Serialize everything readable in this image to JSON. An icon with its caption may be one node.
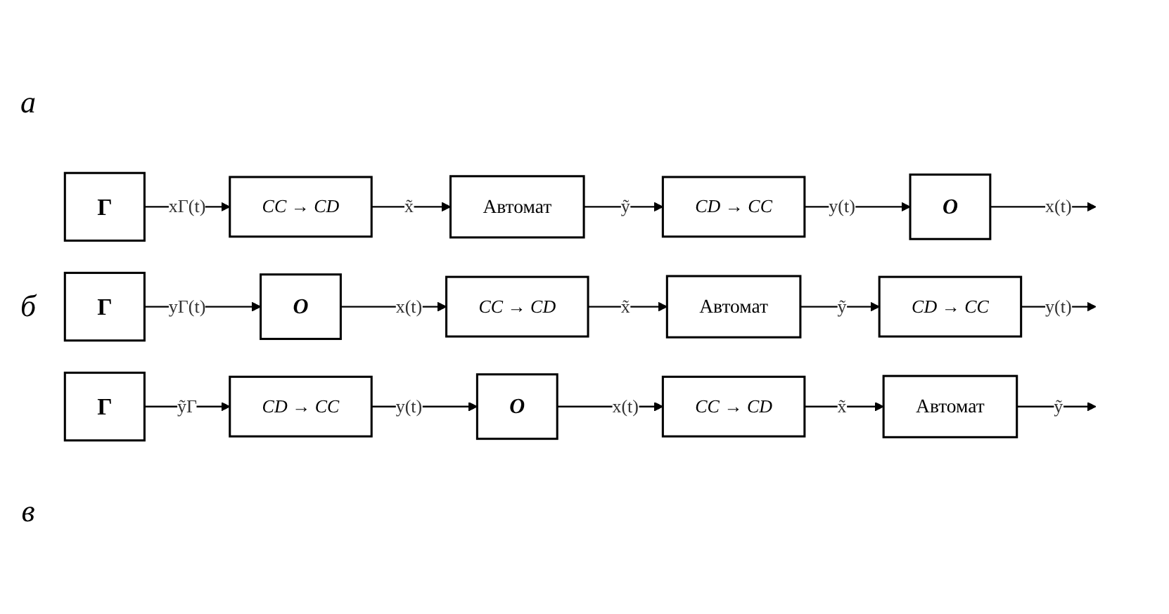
{
  "diagram": {
    "nodes": [
      {
        "text": [
          "Г"
        ]
      },
      {
        "text": [
          "CC → CD"
        ]
      },
      {
        "text": [
          "Автомат"
        ]
      },
      {
        "text": [
          "CD → CC"
        ]
      },
      {
        "text": [
          "O"
        ]
      },
      {
        "text": [
          "Г"
        ]
      },
      {
        "text": [
          "O"
        ]
      },
      {
        "text": [
          "CC → CD"
        ]
      },
      {
        "text": [
          "Автомат"
        ]
      },
      {
        "text": [
          "CD → CC"
        ]
      },
      {
        "text": [
          "Г"
        ]
      },
      {
        "text": [
          "CD → CC"
        ]
      },
      {
        "text": [
          "O"
        ]
      },
      {
        "text": [
          "CC → CD"
        ]
      },
      {
        "text": [
          "Автомат"
        ]
      }
    ],
    "edges": [
      {
        "from": 0,
        "to": 1,
        "arrow": "to",
        "label": "xГ(t)"
      },
      {
        "from": 1,
        "to": 2,
        "arrow": "to",
        "label": "x̃"
      },
      {
        "from": 2,
        "to": 3,
        "arrow": "to",
        "label": "ỹ"
      },
      {
        "from": 3,
        "to": 4,
        "arrow": "to",
        "label": "y(t)"
      },
      {
        "from": 4,
        "to": null,
        "arrow": "to",
        "label": "x(t)"
      },
      {
        "from": 5,
        "to": 6,
        "arrow": "to",
        "label": "yГ(t)"
      },
      {
        "from": 6,
        "to": 7,
        "arrow": "to",
        "label": "x(t)"
      },
      {
        "from": 7,
        "to": 8,
        "arrow": "to",
        "label": "x̃"
      },
      {
        "from": 8,
        "to": 9,
        "arrow": "to",
        "label": "ỹ"
      },
      {
        "from": 9,
        "to": null,
        "arrow": "to",
        "label": "y(t)"
      },
      {
        "from": 10,
        "to": 11,
        "arrow": "to",
        "label": "ỹГ"
      },
      {
        "from": 11,
        "to": 12,
        "arrow": "to",
        "label": "y(t)"
      },
      {
        "from": 12,
        "to": 13,
        "arrow": "to",
        "label": "x(t)"
      },
      {
        "from": 13,
        "to": 14,
        "arrow": "to",
        "label": "x̃"
      },
      {
        "from": 14,
        "to": null,
        "arrow": "to",
        "label": "ỹ"
      }
    ],
    "labels": [
      "а",
      "б",
      "в"
    ]
  }
}
